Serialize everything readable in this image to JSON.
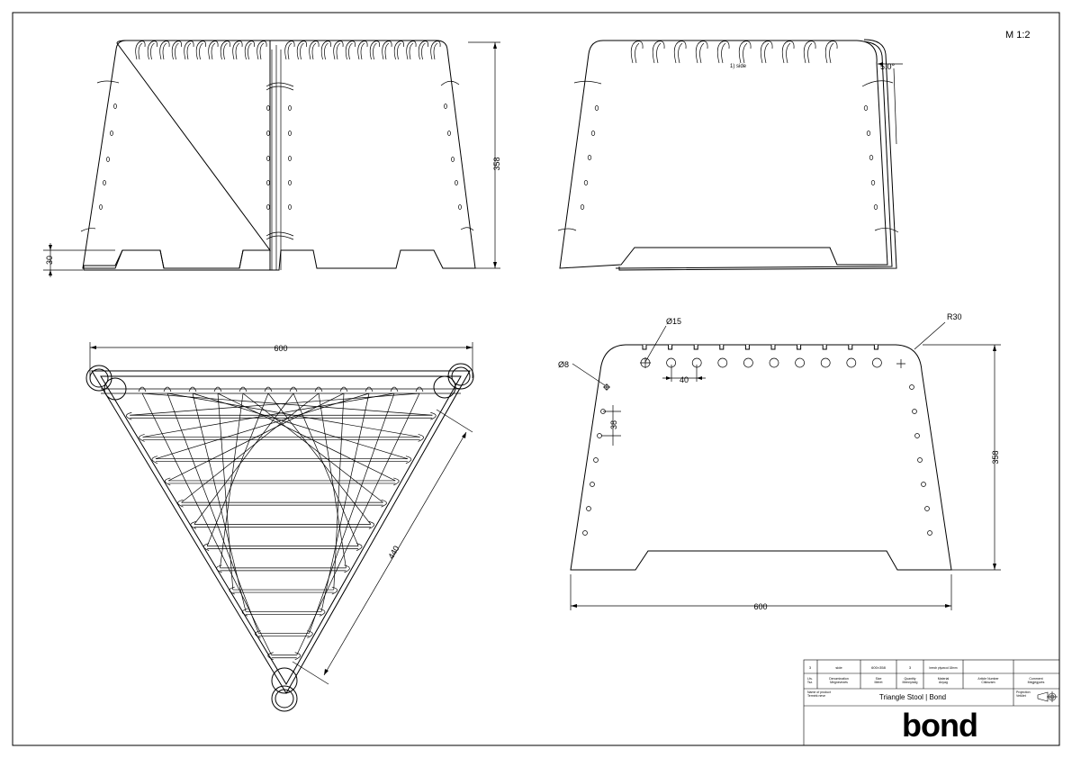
{
  "scale": "M 1:2",
  "dims": {
    "front_height": "358",
    "foot_height": "30",
    "angle": "5.0°",
    "side_note": "1) side",
    "top_width": "600",
    "tri_side": "440",
    "hole_big": "Ø15",
    "hole_small": "Ø8",
    "hole_pitch": "40",
    "hole_vpitch": "38",
    "corner_radius": "R30",
    "side_height": "358",
    "side_width": "600"
  },
  "title_block": {
    "pos": "3",
    "denomination": "side",
    "size": "600×358",
    "quantity": "3",
    "material": "beech plywood 18mm",
    "h_pos": "Lfs.\nTsz.",
    "h_denomination": "Denomination\nMegnevezés",
    "h_size": "Size\nMéret",
    "h_quantity": "Quantity\nMennyiség",
    "h_material": "Material\nAnyag",
    "h_article": "Article Number\nCikkszám",
    "h_comment": "Comment\nMegjegyzés",
    "name_label": "Name of product\nTermék neve",
    "product_name": "Triangle Stool | Bond",
    "projection_label": "Projection\nVetület",
    "logo": "bond"
  }
}
